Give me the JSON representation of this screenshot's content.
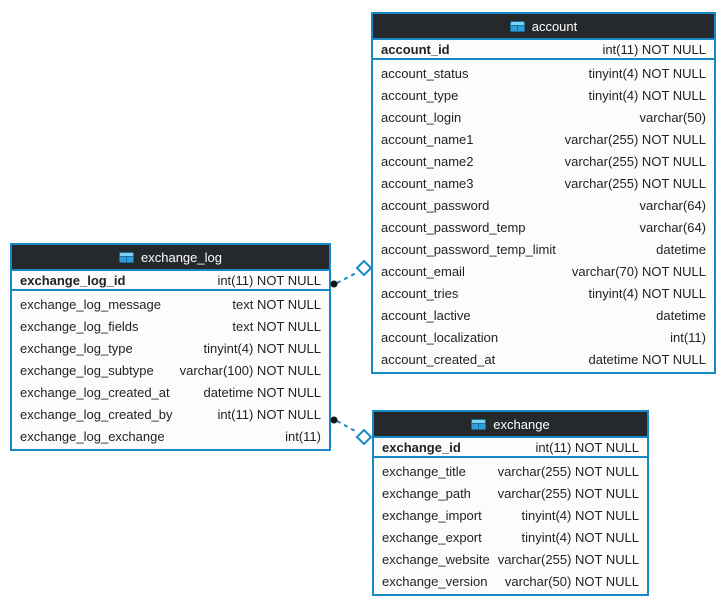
{
  "diagram": {
    "type": "er-schema",
    "colors": {
      "accent": "#1789c9",
      "header_bg": "#26292c",
      "header_text": "#ffffff",
      "row_bg": "#fcfcfc",
      "text": "#212325",
      "dot": "#111111"
    },
    "icons": {
      "table_header_icon": "table-grid-icon"
    },
    "relationships": [
      {
        "from": "exchange_log.exchange_log_id",
        "to": "account",
        "style": "dashed",
        "end_from": "filled-dot",
        "end_to": "open-diamond"
      },
      {
        "from": "exchange_log.exchange_log_created_by",
        "to": "exchange",
        "style": "dashed",
        "end_from": "filled-dot",
        "end_to": "open-diamond"
      }
    ]
  },
  "tables": [
    {
      "title": "exchange_log",
      "pk": {
        "name": "exchange_log_id",
        "type": "int(11) NOT NULL"
      },
      "columns": [
        {
          "name": "exchange_log_message",
          "type": "text NOT NULL"
        },
        {
          "name": "exchange_log_fields",
          "type": "text NOT NULL"
        },
        {
          "name": "exchange_log_type",
          "type": "tinyint(4) NOT NULL"
        },
        {
          "name": "exchange_log_subtype",
          "type": "varchar(100) NOT NULL"
        },
        {
          "name": "exchange_log_created_at",
          "type": "datetime NOT NULL"
        },
        {
          "name": "exchange_log_created_by",
          "type": "int(11) NOT NULL"
        },
        {
          "name": "exchange_log_exchange",
          "type": "int(11)"
        }
      ]
    },
    {
      "title": "account",
      "pk": {
        "name": "account_id",
        "type": "int(11) NOT NULL"
      },
      "columns": [
        {
          "name": "account_status",
          "type": "tinyint(4) NOT NULL"
        },
        {
          "name": "account_type",
          "type": "tinyint(4) NOT NULL"
        },
        {
          "name": "account_login",
          "type": "varchar(50)"
        },
        {
          "name": "account_name1",
          "type": "varchar(255) NOT NULL"
        },
        {
          "name": "account_name2",
          "type": "varchar(255) NOT NULL"
        },
        {
          "name": "account_name3",
          "type": "varchar(255) NOT NULL"
        },
        {
          "name": "account_password",
          "type": "varchar(64)"
        },
        {
          "name": "account_password_temp",
          "type": "varchar(64)"
        },
        {
          "name": "account_password_temp_limit",
          "type": "datetime"
        },
        {
          "name": "account_email",
          "type": "varchar(70) NOT NULL"
        },
        {
          "name": "account_tries",
          "type": "tinyint(4) NOT NULL"
        },
        {
          "name": "account_lactive",
          "type": "datetime"
        },
        {
          "name": "account_localization",
          "type": "int(11)"
        },
        {
          "name": "account_created_at",
          "type": "datetime NOT NULL"
        }
      ]
    },
    {
      "title": "exchange",
      "pk": {
        "name": "exchange_id",
        "type": "int(11) NOT NULL"
      },
      "columns": [
        {
          "name": "exchange_title",
          "type": "varchar(255) NOT NULL"
        },
        {
          "name": "exchange_path",
          "type": "varchar(255) NOT NULL"
        },
        {
          "name": "exchange_import",
          "type": "tinyint(4) NOT NULL"
        },
        {
          "name": "exchange_export",
          "type": "tinyint(4) NOT NULL"
        },
        {
          "name": "exchange_website",
          "type": "varchar(255) NOT NULL"
        },
        {
          "name": "exchange_version",
          "type": "varchar(50) NOT NULL"
        }
      ]
    }
  ]
}
